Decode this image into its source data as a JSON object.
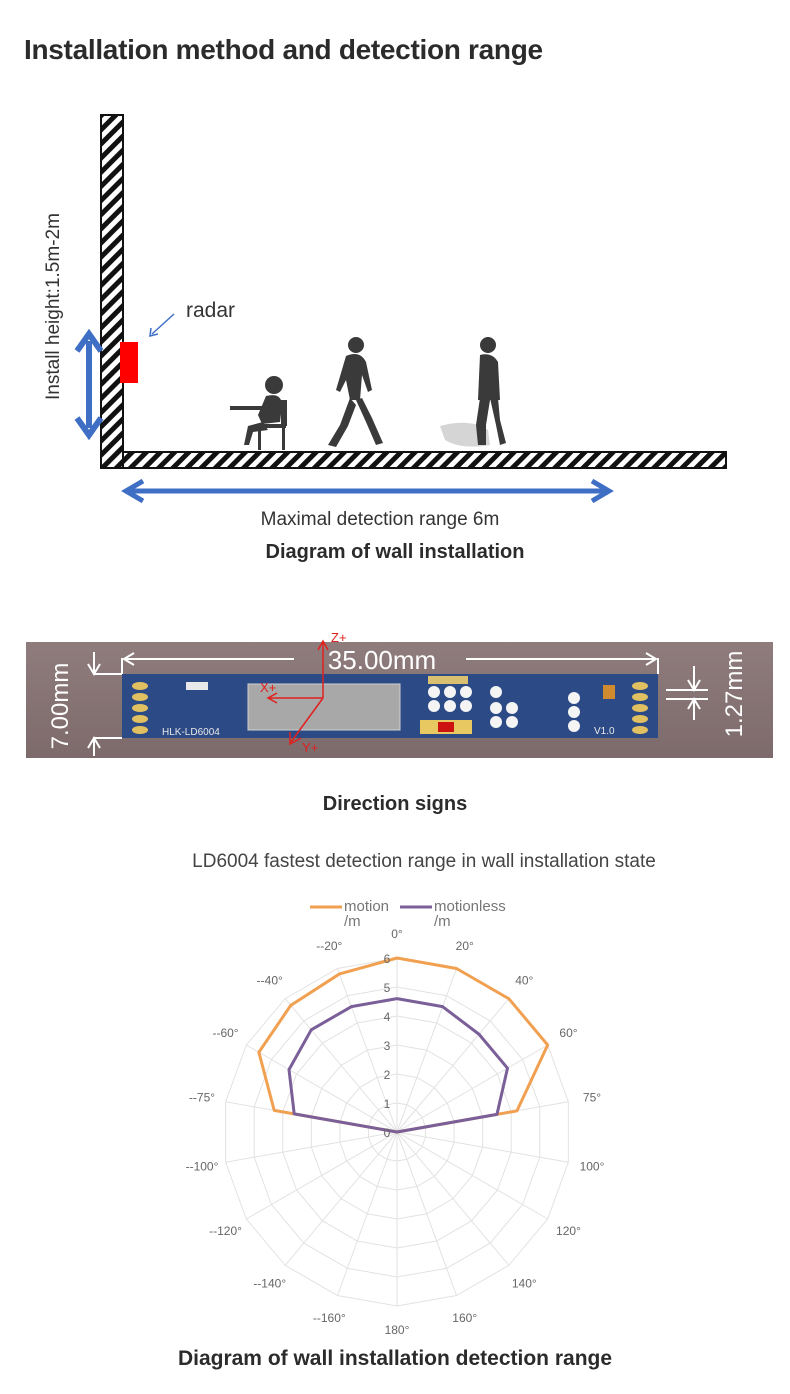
{
  "page": {
    "title": "Installation method and detection range"
  },
  "wall_diagram": {
    "height_label": "Install  height:1.5m-2m",
    "radar_label": "radar",
    "range_label": "Maximal detection range 6m",
    "caption": "Diagram of wall installation",
    "colors": {
      "radar": "#ff0000",
      "arrow": "#3f6fc4",
      "figures": "#3a3a3a"
    }
  },
  "board_diagram": {
    "width_label": "35.00mm",
    "height_label": "7.00mm",
    "pitch_label": "1.27mm",
    "model_label": "HLK-LD6004",
    "version_label": "V1.0",
    "axis_z": "Z+",
    "axis_x": "X+",
    "axis_y": "Y+",
    "caption": "Direction signs",
    "colors": {
      "board": "#2c4a85",
      "background": "#8a7677",
      "axes": "#e0201e"
    }
  },
  "polar_chart": {
    "caption": "Diagram of wall installation detection range"
  },
  "chart_data": {
    "type": "radar",
    "title": "LD6004 fastest detection range in wall installation state",
    "angle_labels": [
      "0°",
      "20°",
      "40°",
      "60°",
      "75°",
      "100°",
      "120°",
      "140°",
      "160°",
      "180°",
      "-160°",
      "-140°",
      "-120°",
      "-100°",
      "-75°",
      "-60°",
      "-40°",
      "-20°"
    ],
    "angle_labels_display": [
      "0°",
      "20°",
      "40°",
      "60°",
      "75°",
      "100°",
      "120°",
      "140°",
      "160°",
      "180°",
      "--160°",
      "--140°",
      "--120°",
      "--100°",
      "--75°",
      "--60°",
      "--40°",
      "--20°"
    ],
    "radial_ticks": [
      "0",
      "1",
      "2",
      "3",
      "4",
      "5",
      "6"
    ],
    "rlim": [
      0,
      6
    ],
    "legend_position": "top",
    "series": [
      {
        "name": "motion\n/m",
        "legend_line1": "motion",
        "legend_line2": "/m",
        "color": "#f0a050",
        "values": [
          6,
          6,
          6,
          6,
          4.2,
          0,
          0,
          0,
          0,
          0,
          0,
          0,
          0,
          0,
          4.3,
          5.5,
          5.7,
          5.8
        ]
      },
      {
        "name": "motionless\n/m",
        "legend_line1": "motionless",
        "legend_line2": "/m",
        "color": "#7a5f98",
        "values": [
          4.6,
          4.6,
          4.4,
          4.4,
          3.5,
          0,
          0,
          0,
          0,
          0,
          0,
          0,
          0,
          0,
          3.6,
          4.3,
          4.6,
          4.6
        ]
      }
    ],
    "grid": true
  }
}
